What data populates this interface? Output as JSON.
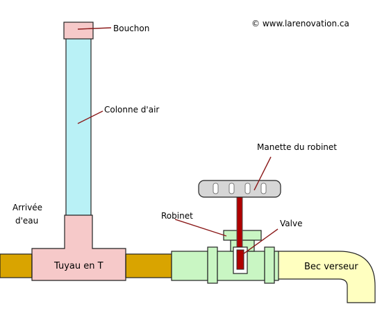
{
  "copyright": "© www.larenovation.ca",
  "labels": {
    "bouchon": "Bouchon",
    "colonne_air": "Colonne d'air",
    "manette": "Manette du robinet",
    "arrivee_line1": "Arrivée",
    "arrivee_line2": "d'eau",
    "robinet": "Robinet",
    "valve": "Valve",
    "tuyau_t": "Tuyau en T",
    "bec_verseur": "Bec verseur"
  },
  "colors": {
    "cap": "#f6c9c9",
    "air_column": "#b9f1f6",
    "tee": "#f6c9c9",
    "supply_pipe": "#d9a400",
    "faucet_body": "#c9f6c3",
    "spout": "#ffffc0",
    "handle": "#d6d6d6",
    "stem": "#b00000",
    "leader": "#8b1a1a"
  }
}
